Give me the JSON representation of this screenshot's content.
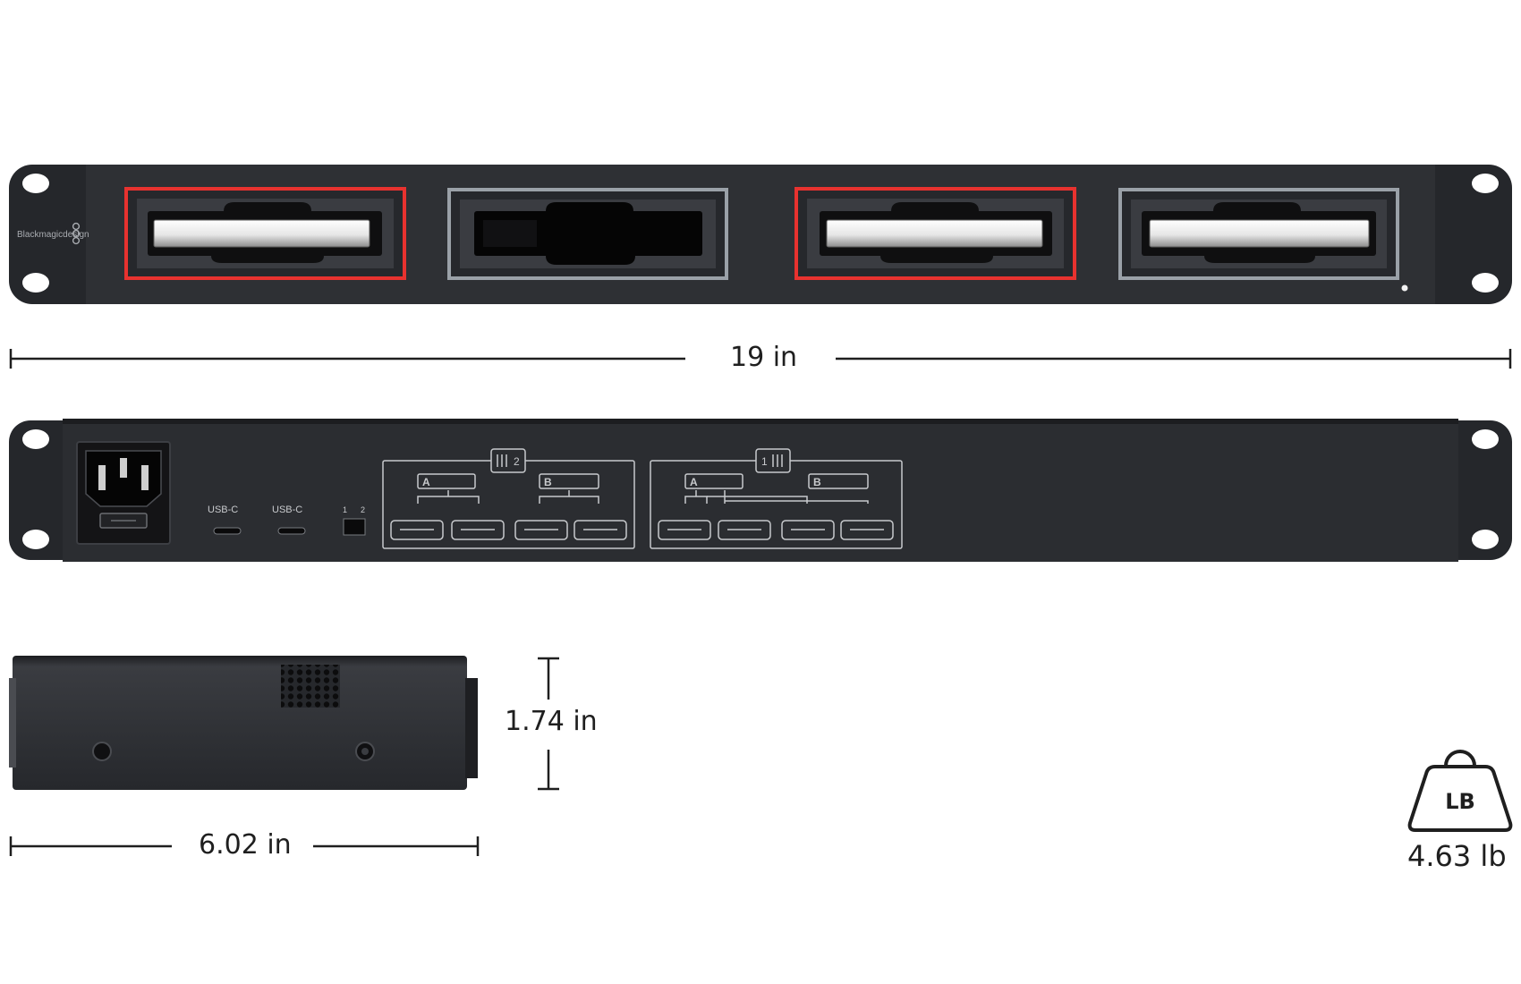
{
  "front_panel": {
    "brand_text": "Blackmagicdesign",
    "bays": [
      {
        "has_drive": true,
        "accent": "#e8322f"
      },
      {
        "has_drive": false,
        "accent": "#9aa1a8"
      },
      {
        "has_drive": true,
        "accent": "#e8322f"
      },
      {
        "has_drive": true,
        "accent": "#9aa1a8"
      }
    ]
  },
  "rear_panel": {
    "usb_ports": [
      "USB-C",
      "USB-C"
    ],
    "groups": [
      {
        "label": "2",
        "sub": [
          "A",
          "B"
        ]
      },
      {
        "label": "1",
        "sub": [
          "A",
          "B"
        ]
      }
    ]
  },
  "dimensions": {
    "width": "19 in",
    "height": "1.74 in",
    "depth": "6.02 in"
  },
  "weight": {
    "badge": "LB",
    "value": "4.63 lb"
  },
  "colors": {
    "chassis": "#2b2d31",
    "ear": "#25272b",
    "accent_red": "#e8322f",
    "accent_gray": "#9aa1a8",
    "line": "#1f1f1f"
  }
}
